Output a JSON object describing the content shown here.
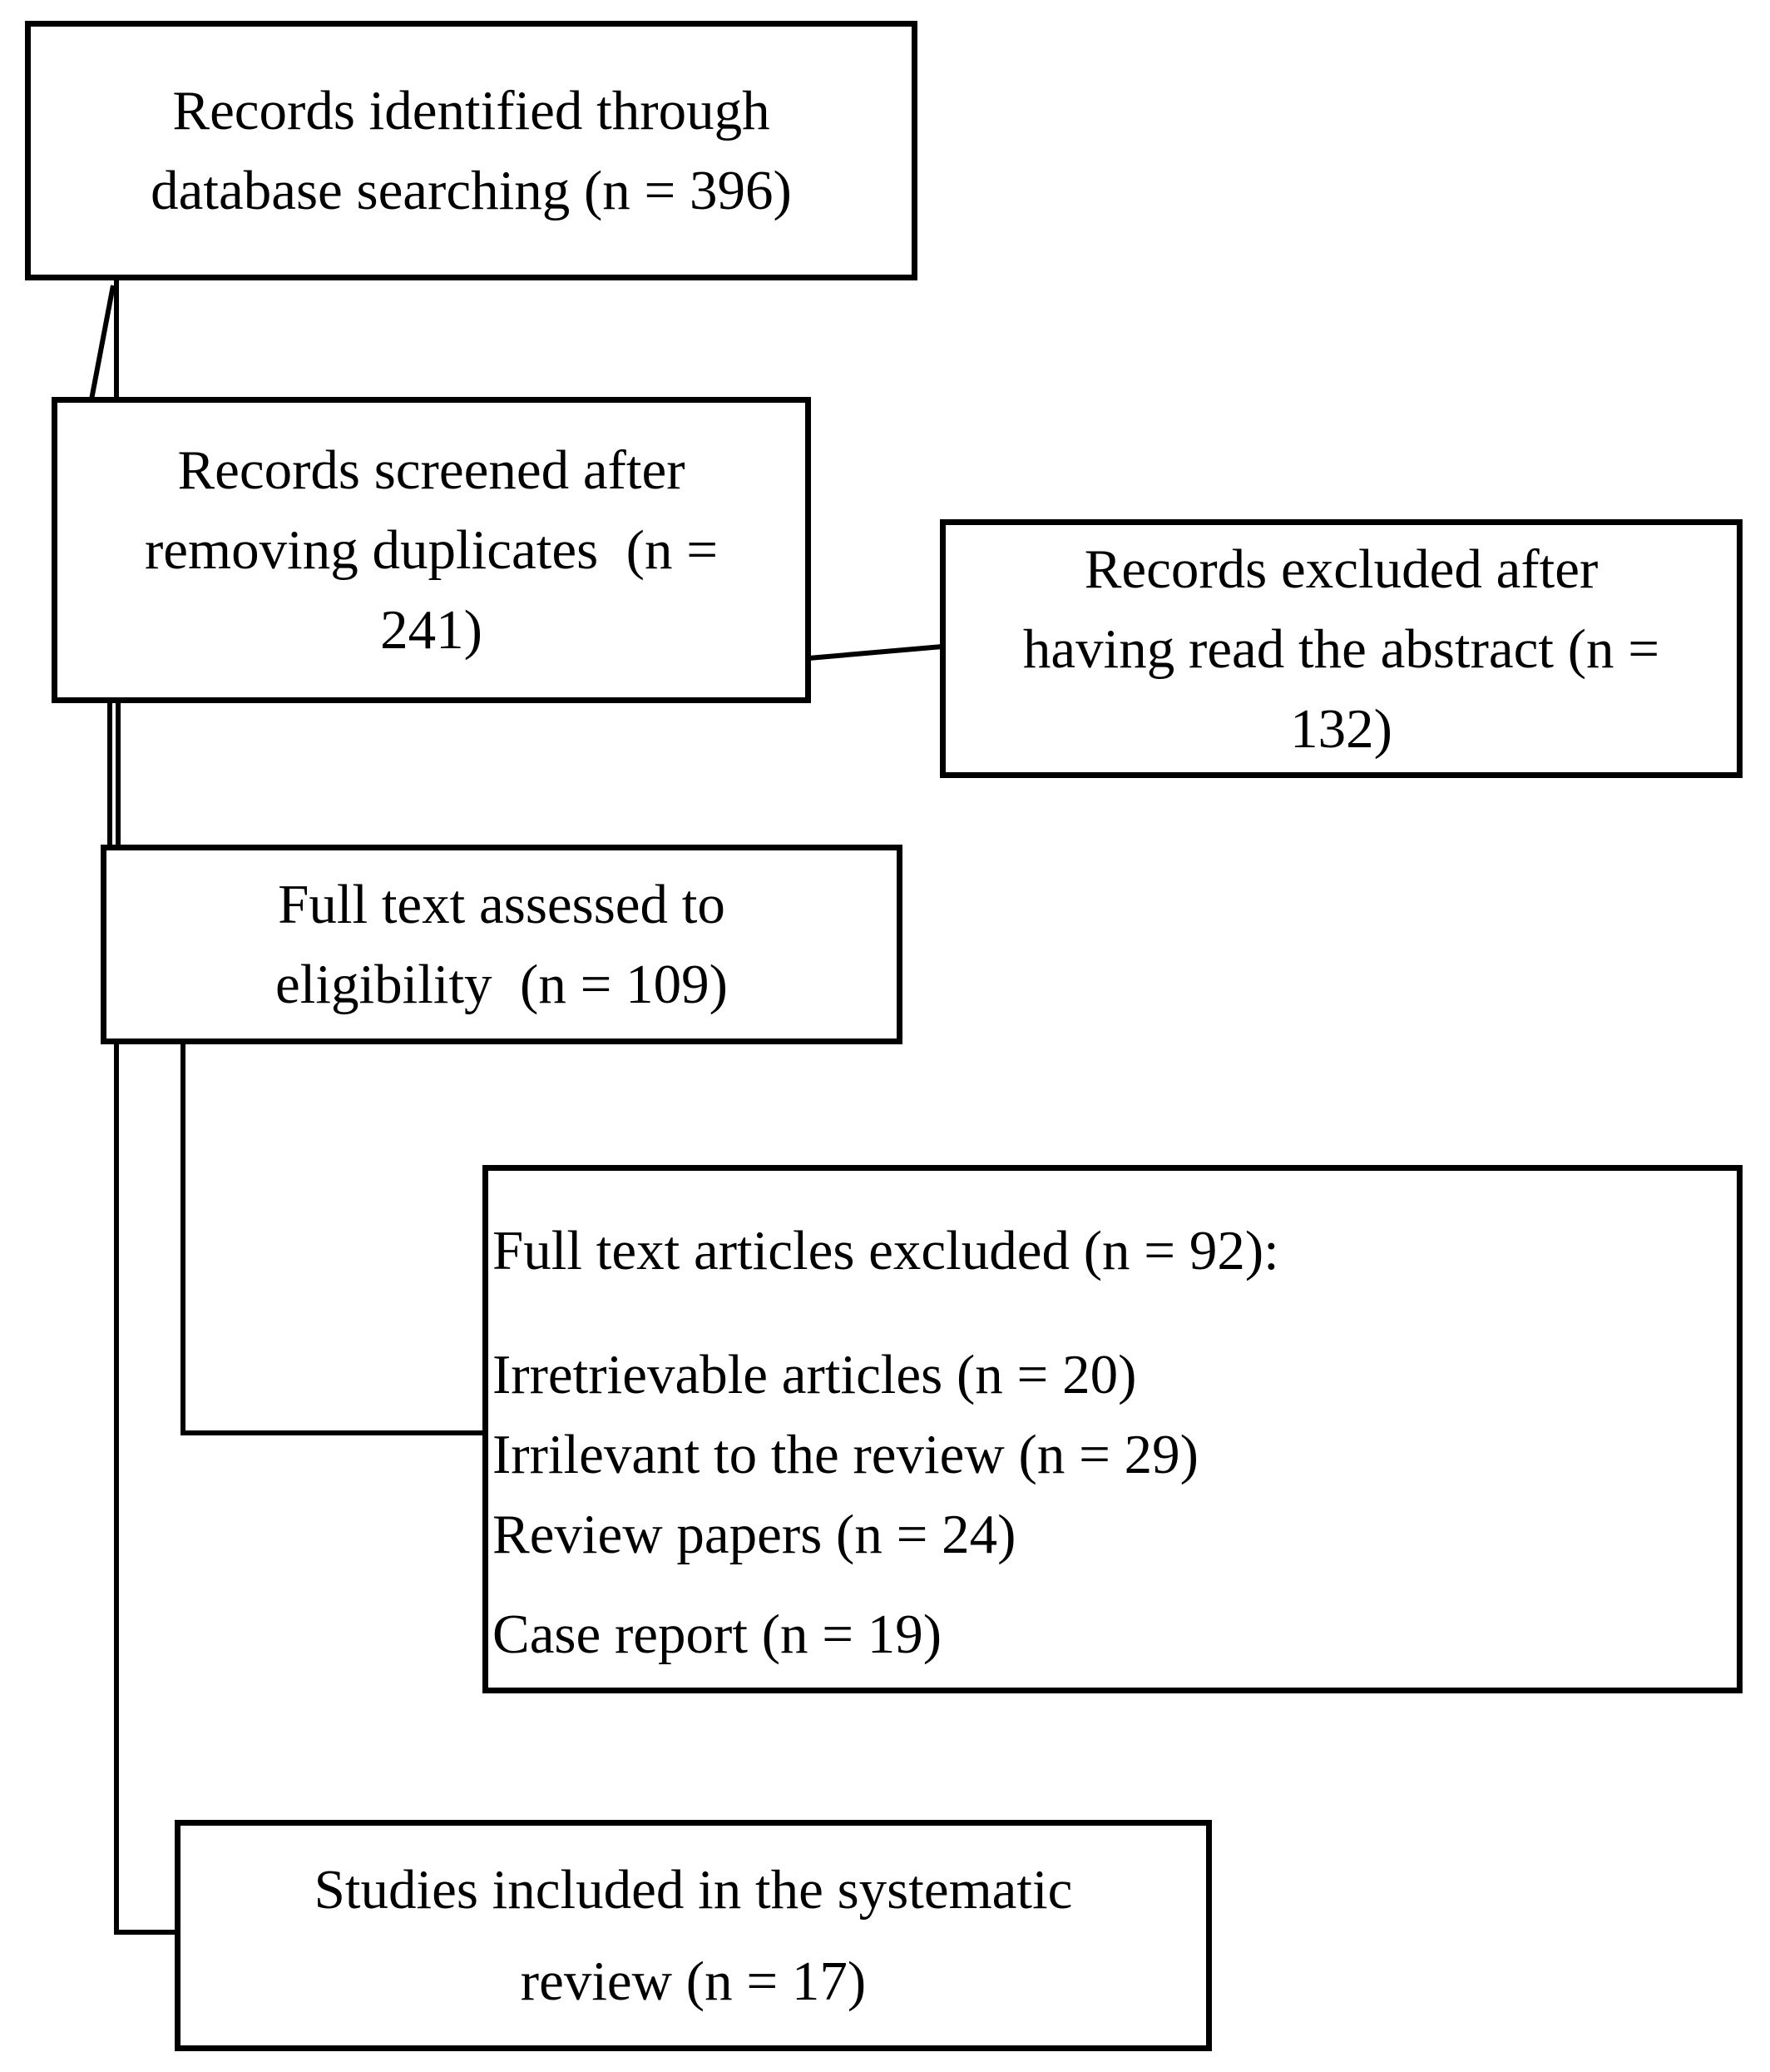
{
  "figure": {
    "type": "prisma-flow-diagram",
    "background_color": "#ffffff",
    "box_border_color": "#000000",
    "text_color": "#000000"
  },
  "boxes": {
    "identified": {
      "lines": [
        "Records identified through",
        "database searching (n = 396)"
      ],
      "n": 396
    },
    "screened": {
      "lines": [
        "Records screened after",
        "removing duplicates  (n =",
        "241)"
      ],
      "n": 241
    },
    "excluded_abstract": {
      "lines": [
        "Records excluded after",
        "having read the abstract (n =",
        "132)"
      ],
      "n": 132
    },
    "fulltext_assessed": {
      "lines": [
        "Full text assessed to",
        "eligibility  (n = 109)"
      ],
      "n": 109
    },
    "fulltext_excluded": {
      "lines": [
        "Full text articles excluded (n = 92):",
        "Irretrievable articles (n = 20)",
        "Irrilevant to the review (n = 29)",
        "Review papers (n = 24)",
        "Case report (n = 19)"
      ],
      "n": 92
    },
    "included": {
      "lines": [
        "Studies included in the systematic",
        "review (n = 17)"
      ],
      "n": 17
    }
  }
}
